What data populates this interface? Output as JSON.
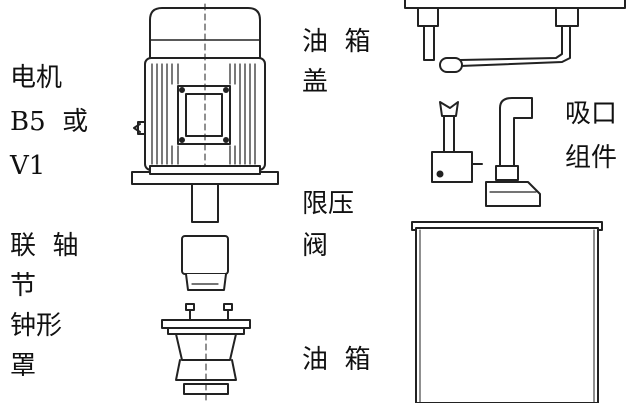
{
  "labels": {
    "motor_line1": "电机",
    "motor_line2": "B5  或",
    "motor_line3": "V1",
    "coupling_line1": "联  轴",
    "coupling_line2": "节",
    "bell_line1": "钟形",
    "bell_line2": "罩",
    "tank_cover_line1": "油  箱",
    "tank_cover_line2": "盖",
    "relief_line1": "限压",
    "relief_line2": "阀",
    "tank": "油  箱",
    "suction_line1": "吸口",
    "suction_line2": "组件"
  },
  "colors": {
    "ink": "#1a1a1a",
    "line": "#222222",
    "background": "#ffffff"
  }
}
